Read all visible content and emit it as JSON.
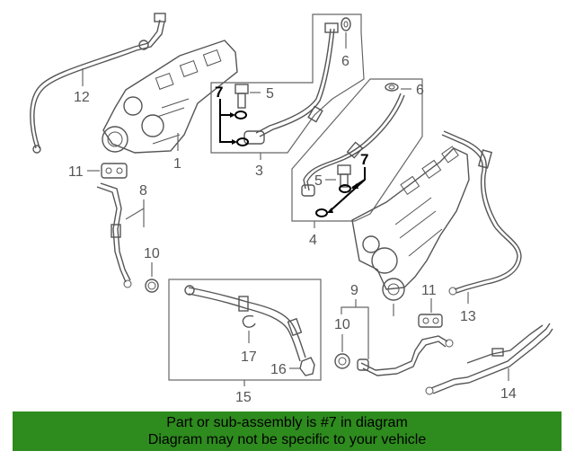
{
  "callouts": {
    "c1": "1",
    "c3": "3",
    "c4": "4",
    "c5a": "5",
    "c5b": "5",
    "c6a": "6",
    "c6b": "6",
    "c7a": "7",
    "c7b": "7",
    "c8": "8",
    "c9": "9",
    "c10a": "10",
    "c10b": "10",
    "c11a": "11",
    "c11b": "11",
    "c12": "12",
    "c13": "13",
    "c14": "14",
    "c15": "15",
    "c16": "16",
    "c17": "17"
  },
  "highlight_color": "#000000",
  "footer": {
    "line1": "Part or sub-assembly is #7 in diagram",
    "line2": "Diagram may not be specific to your vehicle",
    "background": "#2e8b1e"
  }
}
